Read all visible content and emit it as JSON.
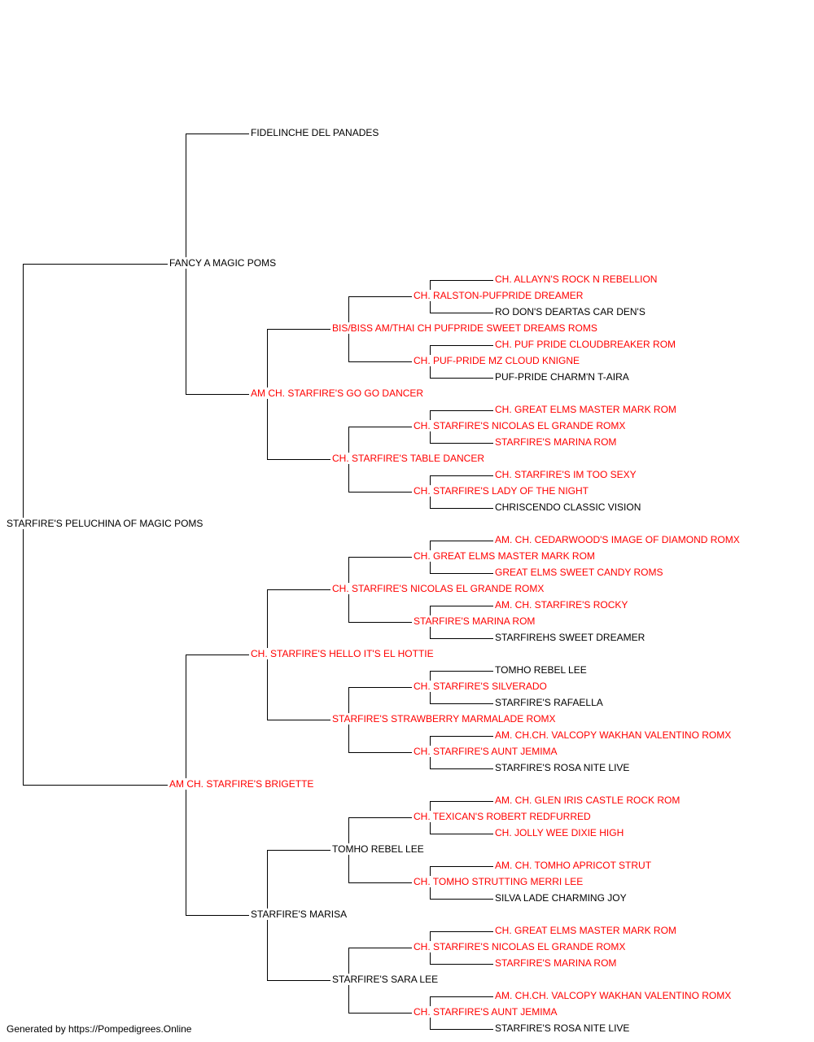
{
  "colors": {
    "champion": "#ff0000",
    "plain": "#000000",
    "line": "#000000"
  },
  "pedigree": {
    "name": "STARFIRE'S PELUCHINA OF MAGIC POMS",
    "ch": false,
    "sire": {
      "name": "FANCY A MAGIC POMS",
      "ch": false,
      "sire": {
        "name": "FIDELINCHE DEL PANADES",
        "ch": false
      },
      "dam": {
        "name": "AM CH. STARFIRE'S GO GO DANCER",
        "ch": true,
        "sire": {
          "name": "BIS/BISS AM/THAI CH PUFPRIDE SWEET DREAMS ROMS",
          "ch": true,
          "sire": {
            "name": "CH. RALSTON-PUFPRIDE DREAMER",
            "ch": true,
            "sire": {
              "name": "CH. ALLAYN'S ROCK N REBELLION",
              "ch": true
            },
            "dam": {
              "name": "RO DON'S DEARTAS CAR DEN'S",
              "ch": false
            }
          },
          "dam": {
            "name": "CH. PUF-PRIDE MZ CLOUD KNIGNE",
            "ch": true,
            "sire": {
              "name": "CH. PUF PRIDE CLOUDBREAKER ROM",
              "ch": true
            },
            "dam": {
              "name": "PUF-PRIDE CHARM'N T-AIRA",
              "ch": false
            }
          }
        },
        "dam": {
          "name": "CH. STARFIRE'S TABLE DANCER",
          "ch": true,
          "sire": {
            "name": "CH. STARFIRE'S NICOLAS EL GRANDE ROMX",
            "ch": true,
            "sire": {
              "name": "CH. GREAT ELMS MASTER MARK ROM",
              "ch": true
            },
            "dam": {
              "name": "STARFIRE'S MARINA ROM",
              "ch": true
            }
          },
          "dam": {
            "name": "CH. STARFIRE'S LADY OF THE NIGHT",
            "ch": true,
            "sire": {
              "name": "CH. STARFIRE'S IM TOO SEXY",
              "ch": true
            },
            "dam": {
              "name": "CHRISCENDO CLASSIC VISION",
              "ch": false
            }
          }
        }
      }
    },
    "dam": {
      "name": "AM CH. STARFIRE'S BRIGETTE",
      "ch": true,
      "sire": {
        "name": "CH. STARFIRE'S HELLO IT'S EL HOTTIE",
        "ch": true,
        "sire": {
          "name": "CH. STARFIRE'S NICOLAS EL GRANDE ROMX",
          "ch": true,
          "sire": {
            "name": "CH. GREAT ELMS MASTER MARK ROM",
            "ch": true,
            "sire": {
              "name": "AM. CH. CEDARWOOD'S IMAGE OF DIAMOND ROMX",
              "ch": true
            },
            "dam": {
              "name": "GREAT ELMS SWEET CANDY ROMS",
              "ch": true
            }
          },
          "dam": {
            "name": "STARFIRE'S MARINA ROM",
            "ch": true,
            "sire": {
              "name": "AM. CH. STARFIRE'S ROCKY",
              "ch": true
            },
            "dam": {
              "name": "STARFIREHS SWEET DREAMER",
              "ch": false
            }
          }
        },
        "dam": {
          "name": "STARFIRE'S STRAWBERRY MARMALADE ROMX",
          "ch": true,
          "sire": {
            "name": "CH. STARFIRE'S SILVERADO",
            "ch": true,
            "sire": {
              "name": "TOMHO REBEL LEE",
              "ch": false
            },
            "dam": {
              "name": "STARFIRE'S RAFAELLA",
              "ch": false
            }
          },
          "dam": {
            "name": "CH. STARFIRE'S AUNT JEMIMA",
            "ch": true,
            "sire": {
              "name": "AM. CH.CH. VALCOPY WAKHAN VALENTINO ROMX",
              "ch": true
            },
            "dam": {
              "name": "STARFIRE'S ROSA NITE LIVE",
              "ch": false
            }
          }
        }
      },
      "dam": {
        "name": "STARFIRE'S MARISA",
        "ch": false,
        "sire": {
          "name": "TOMHO REBEL LEE",
          "ch": false,
          "sire": {
            "name": "CH. TEXICAN'S ROBERT REDFURRED",
            "ch": true,
            "sire": {
              "name": "AM. CH. GLEN IRIS CASTLE ROCK ROM",
              "ch": true
            },
            "dam": {
              "name": "CH. JOLLY WEE DIXIE HIGH",
              "ch": true
            }
          },
          "dam": {
            "name": "CH. TOMHO STRUTTING MERRI LEE",
            "ch": true,
            "sire": {
              "name": "AM. CH. TOMHO APRICOT STRUT",
              "ch": true
            },
            "dam": {
              "name": "SILVA LADE CHARMING JOY",
              "ch": false
            }
          }
        },
        "dam": {
          "name": "STARFIRE'S SARA LEE",
          "ch": false,
          "sire": {
            "name": "CH. STARFIRE'S NICOLAS EL GRANDE ROMX",
            "ch": true,
            "sire": {
              "name": "CH. GREAT ELMS MASTER MARK ROM",
              "ch": true
            },
            "dam": {
              "name": "STARFIRE'S MARINA ROM",
              "ch": true
            }
          },
          "dam": {
            "name": "CH. STARFIRE'S AUNT JEMIMA",
            "ch": true,
            "sire": {
              "name": "AM. CH.CH. VALCOPY WAKHAN VALENTINO ROMX",
              "ch": true
            },
            "dam": {
              "name": "STARFIRE'S ROSA NITE LIVE",
              "ch": false
            }
          }
        }
      }
    }
  },
  "footer": {
    "text": "Generated by https://Pompedigrees.Online"
  }
}
